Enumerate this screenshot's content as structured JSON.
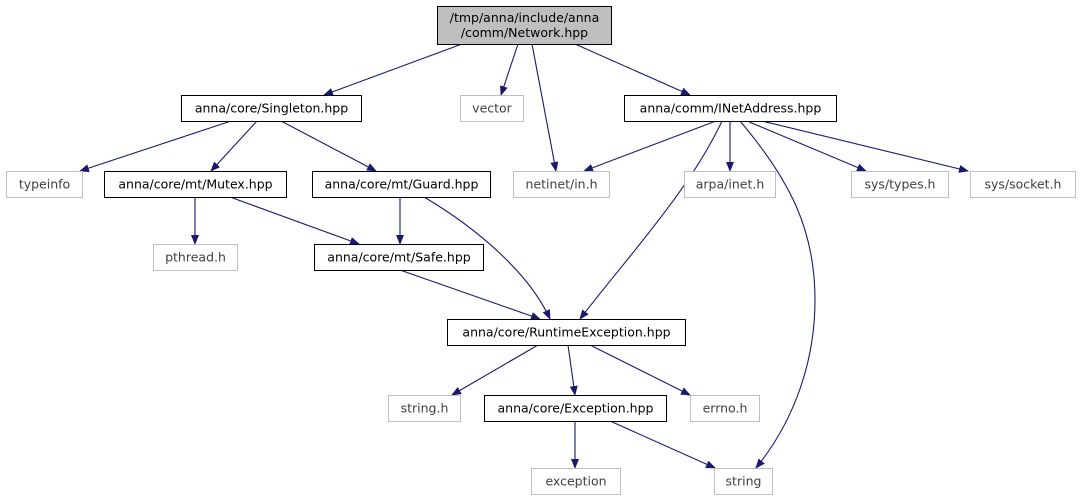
{
  "colors": {
    "edge": "#191970",
    "root_fill": "#bfbfbf",
    "root_border": "#000000",
    "local_border": "#000000",
    "external_border": "#bfbfbf"
  },
  "nodes": [
    {
      "id": "network",
      "label_lines": [
        "/tmp/anna/include/anna",
        "/comm/Network.hpp"
      ],
      "kind": "root"
    },
    {
      "id": "singleton",
      "label_lines": [
        "anna/core/Singleton.hpp"
      ],
      "kind": "local"
    },
    {
      "id": "vector",
      "label_lines": [
        "vector"
      ],
      "kind": "external"
    },
    {
      "id": "inetaddress",
      "label_lines": [
        "anna/comm/INetAddress.hpp"
      ],
      "kind": "local"
    },
    {
      "id": "typeinfo",
      "label_lines": [
        "typeinfo"
      ],
      "kind": "external"
    },
    {
      "id": "mutex",
      "label_lines": [
        "anna/core/mt/Mutex.hpp"
      ],
      "kind": "local"
    },
    {
      "id": "guard",
      "label_lines": [
        "anna/core/mt/Guard.hpp"
      ],
      "kind": "local"
    },
    {
      "id": "netinet",
      "label_lines": [
        "netinet/in.h"
      ],
      "kind": "external"
    },
    {
      "id": "arpa",
      "label_lines": [
        "arpa/inet.h"
      ],
      "kind": "external"
    },
    {
      "id": "systypes",
      "label_lines": [
        "sys/types.h"
      ],
      "kind": "external"
    },
    {
      "id": "syssocket",
      "label_lines": [
        "sys/socket.h"
      ],
      "kind": "external"
    },
    {
      "id": "pthread",
      "label_lines": [
        "pthread.h"
      ],
      "kind": "external"
    },
    {
      "id": "safe",
      "label_lines": [
        "anna/core/mt/Safe.hpp"
      ],
      "kind": "local"
    },
    {
      "id": "runtimeexc",
      "label_lines": [
        "anna/core/RuntimeException.hpp"
      ],
      "kind": "local"
    },
    {
      "id": "stringh",
      "label_lines": [
        "string.h"
      ],
      "kind": "external"
    },
    {
      "id": "exception_hpp",
      "label_lines": [
        "anna/core/Exception.hpp"
      ],
      "kind": "local"
    },
    {
      "id": "errno",
      "label_lines": [
        "errno.h"
      ],
      "kind": "external"
    },
    {
      "id": "exception",
      "label_lines": [
        "exception"
      ],
      "kind": "external"
    },
    {
      "id": "string",
      "label_lines": [
        "string"
      ],
      "kind": "external"
    }
  ],
  "edges": [
    {
      "from": "network",
      "to": "singleton"
    },
    {
      "from": "network",
      "to": "vector"
    },
    {
      "from": "network",
      "to": "netinet"
    },
    {
      "from": "network",
      "to": "inetaddress"
    },
    {
      "from": "singleton",
      "to": "typeinfo"
    },
    {
      "from": "singleton",
      "to": "mutex"
    },
    {
      "from": "singleton",
      "to": "guard"
    },
    {
      "from": "mutex",
      "to": "pthread"
    },
    {
      "from": "mutex",
      "to": "safe"
    },
    {
      "from": "guard",
      "to": "safe"
    },
    {
      "from": "guard",
      "to": "runtimeexc"
    },
    {
      "from": "safe",
      "to": "runtimeexc"
    },
    {
      "from": "inetaddress",
      "to": "netinet"
    },
    {
      "from": "inetaddress",
      "to": "arpa"
    },
    {
      "from": "inetaddress",
      "to": "systypes"
    },
    {
      "from": "inetaddress",
      "to": "syssocket"
    },
    {
      "from": "inetaddress",
      "to": "runtimeexc"
    },
    {
      "from": "inetaddress",
      "to": "string"
    },
    {
      "from": "runtimeexc",
      "to": "stringh"
    },
    {
      "from": "runtimeexc",
      "to": "exception_hpp"
    },
    {
      "from": "runtimeexc",
      "to": "errno"
    },
    {
      "from": "exception_hpp",
      "to": "exception"
    },
    {
      "from": "exception_hpp",
      "to": "string"
    }
  ]
}
